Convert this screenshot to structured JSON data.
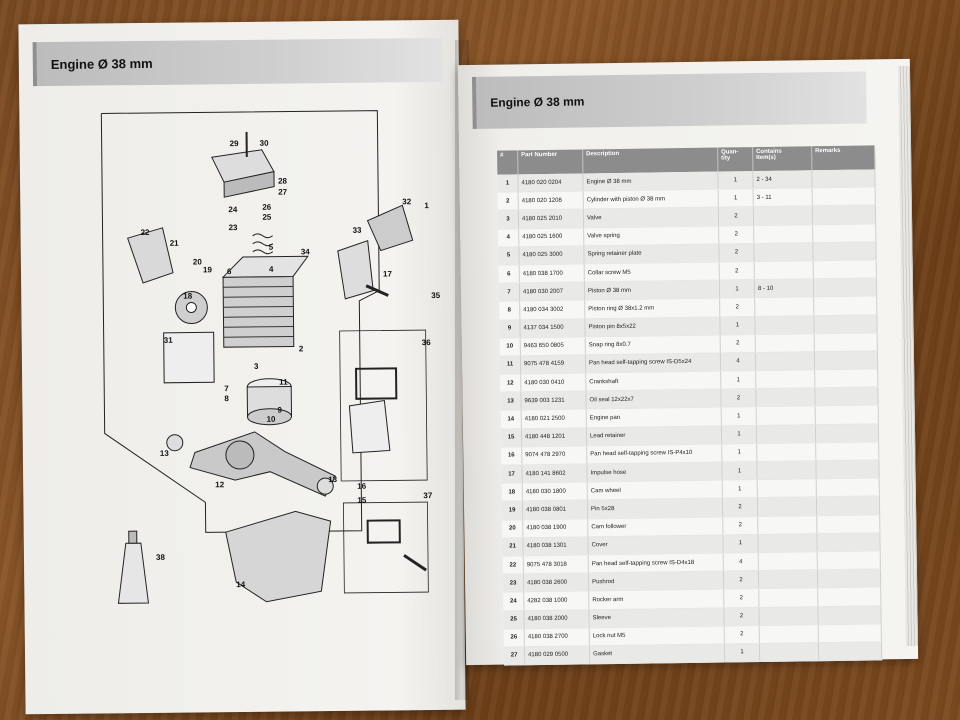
{
  "left_page": {
    "title": "Engine Ø 38 mm"
  },
  "right_page": {
    "title": "Engine Ø 38 mm",
    "columns": [
      "#",
      "Part Number",
      "Description",
      "Quan-\ntity",
      "Contains\nItem(s)",
      "Remarks"
    ],
    "rows": [
      [
        "1",
        "4180 020 0204",
        "Engine Ø 38 mm",
        "1",
        "2 - 34",
        ""
      ],
      [
        "2",
        "4180 020 1208",
        "Cylinder with piston Ø 38 mm",
        "1",
        "3 - 11",
        ""
      ],
      [
        "3",
        "4180 025 2010",
        "Valve",
        "2",
        "",
        ""
      ],
      [
        "4",
        "4180 025 1600",
        "Valve spring",
        "2",
        "",
        ""
      ],
      [
        "5",
        "4180 025 3000",
        "Spring retainer plate",
        "2",
        "",
        ""
      ],
      [
        "6",
        "4180 038 1700",
        "Collar screw M5",
        "2",
        "",
        ""
      ],
      [
        "7",
        "4180 030 2007",
        "Piston Ø 38 mm",
        "1",
        "8 - 10",
        ""
      ],
      [
        "8",
        "4180 034 3002",
        "Piston ring Ø 38x1.2 mm",
        "2",
        "",
        ""
      ],
      [
        "9",
        "4137 034 1500",
        "Piston pin 8x5x22",
        "1",
        "",
        ""
      ],
      [
        "10",
        "9463 650 0805",
        "Snap ring 8x0.7",
        "2",
        "",
        ""
      ],
      [
        "11",
        "9075 478 4159",
        "Pan head self-tapping screw IS-D5x24",
        "4",
        "",
        ""
      ],
      [
        "12",
        "4180 030 0410",
        "Crankshaft",
        "1",
        "",
        ""
      ],
      [
        "13",
        "9639 003 1231",
        "Oil seal 12x22x7",
        "2",
        "",
        ""
      ],
      [
        "14",
        "4180 021 2500",
        "Engine pan",
        "1",
        "",
        ""
      ],
      [
        "15",
        "4180 448 1201",
        "Lead retainer",
        "1",
        "",
        ""
      ],
      [
        "16",
        "9074 478 2970",
        "Pan head self-tapping screw IS-P4x10",
        "1",
        "",
        ""
      ],
      [
        "17",
        "4180 141 8602",
        "Impulse hose",
        "1",
        "",
        ""
      ],
      [
        "18",
        "4180 030 1800",
        "Cam wheel",
        "1",
        "",
        ""
      ],
      [
        "19",
        "4180 038 0801",
        "Pin 5x28",
        "2",
        "",
        ""
      ],
      [
        "20",
        "4180 038 1900",
        "Cam follower",
        "2",
        "",
        ""
      ],
      [
        "21",
        "4180 038 1301",
        "Cover",
        "1",
        "",
        ""
      ],
      [
        "22",
        "9075 478 3018",
        "Pan head self-tapping screw IS-D4x18",
        "4",
        "",
        ""
      ],
      [
        "23",
        "4180 038 2600",
        "Pushrod",
        "2",
        "",
        ""
      ],
      [
        "24",
        "4282 038 1000",
        "Rocker arm",
        "2",
        "",
        ""
      ],
      [
        "25",
        "4180 038 2000",
        "Sleeve",
        "2",
        "",
        ""
      ],
      [
        "26",
        "4180 038 2700",
        "Lock nut M5",
        "2",
        "",
        ""
      ],
      [
        "27",
        "4180 029 0500",
        "Gasket",
        "1",
        "",
        ""
      ]
    ]
  },
  "diagram_labels": [
    "29",
    "30",
    "28",
    "27",
    "26",
    "25",
    "24",
    "23",
    "6",
    "5",
    "4",
    "3",
    "2",
    "1",
    "32",
    "33",
    "34",
    "17",
    "35",
    "21",
    "22",
    "20",
    "19",
    "18",
    "31",
    "36",
    "7",
    "8",
    "9",
    "10",
    "11",
    "12",
    "13",
    "14",
    "15",
    "16",
    "37",
    "38"
  ]
}
